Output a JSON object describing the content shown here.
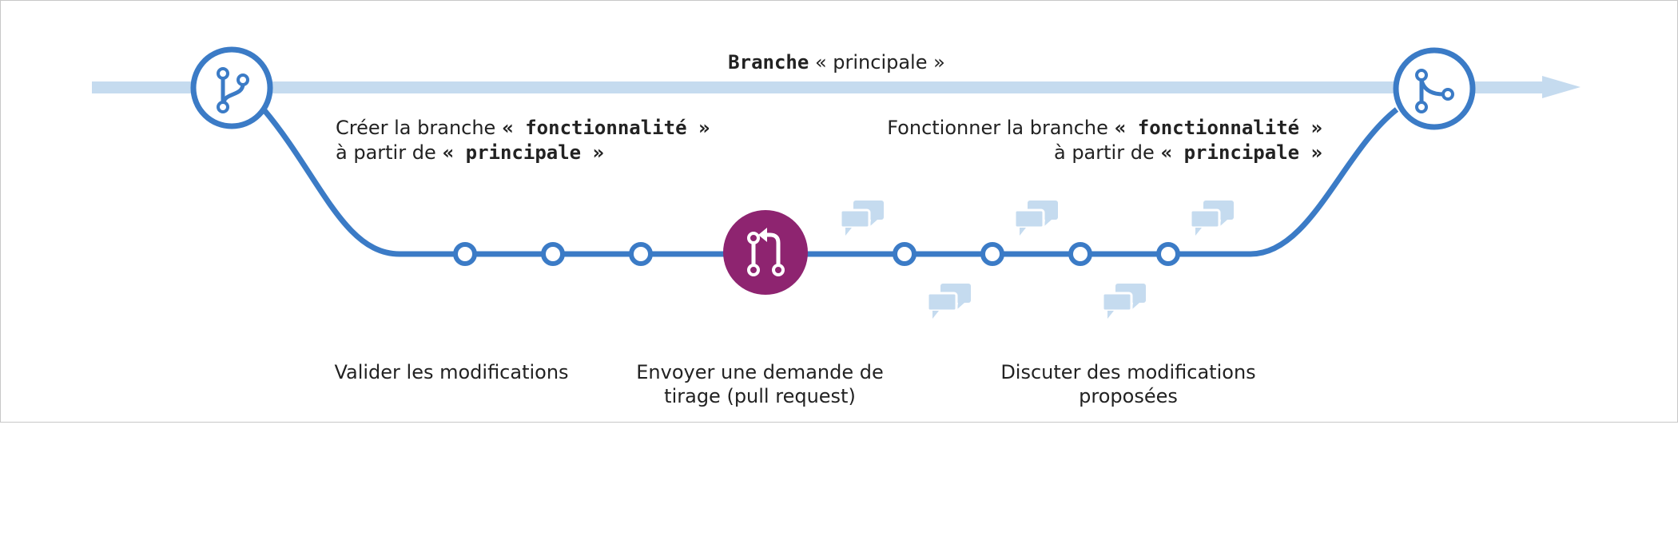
{
  "main_branch": {
    "label_bold": "Branche",
    "label_rest": " « principale »"
  },
  "create_branch": {
    "line1_prefix": "Créer la branche",
    "line1_code": "« fonctionnalité »",
    "line2_prefix": "à partir de",
    "line2_code": "« principale »"
  },
  "merge_branch": {
    "line1_prefix": "Fonctionner la branche",
    "line1_code": "« fonctionnalité »",
    "line2_prefix": "à partir de",
    "line2_code": "« principale »"
  },
  "steps": {
    "commit": "Valider les modifications",
    "pull_request_line1": "Envoyer une demande de",
    "pull_request_line2": "tirage (pull request)",
    "discuss_line1": "Discuter des modifications",
    "discuss_line2": "proposées"
  },
  "icons": {
    "branch_start": "branch-icon",
    "branch_merge": "merge-icon",
    "pull_request": "pull-request-icon",
    "comment": "comment-bubbles-icon"
  },
  "colors": {
    "main_branch": "#c5dbef",
    "feature_branch": "#3b7bc6",
    "pull_request": "#8e2470",
    "comment": "#c5dbef"
  }
}
